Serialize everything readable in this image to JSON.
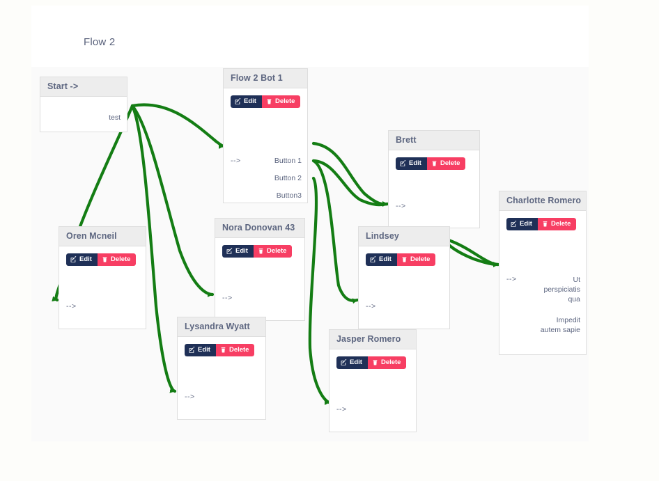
{
  "page": {
    "background": "#fdfdfa",
    "canvas_background": "#fafafa",
    "edge_color": "#147d14",
    "title": "Flow 2"
  },
  "buttons": {
    "edit_label": "Edit",
    "delete_label": "Delete",
    "edit_color": "#1f3057",
    "delete_color": "#f73e63",
    "edit_icon": "pencil-square-icon",
    "delete_icon": "trash-icon"
  },
  "nodes": {
    "start": {
      "title": "Start ->",
      "out_label": "test"
    },
    "bot1": {
      "title": "Flow 2 Bot 1",
      "in_label": "-->",
      "out_labels": [
        "Button 1",
        "Button 2",
        "Button3"
      ]
    },
    "oren": {
      "title": "Oren Mcneil",
      "in_label": "-->"
    },
    "nora": {
      "title": "Nora Donovan 43",
      "in_label": "-->"
    },
    "lysandra": {
      "title": "Lysandra Wyatt",
      "in_label": "-->"
    },
    "brett": {
      "title": "Brett",
      "in_label": "-->"
    },
    "lindsey": {
      "title": "Lindsey",
      "in_label": "-->"
    },
    "jasper": {
      "title": "Jasper Romero",
      "in_label": "-->"
    },
    "charlotte": {
      "title": "Charlotte Romero",
      "in_label": "-->",
      "out_labels": [
        "Ut perspiciatis qua",
        "Impedit autem sapie"
      ]
    }
  },
  "edges": [
    {
      "from": "start.test",
      "to": "oren.in"
    },
    {
      "from": "start.test",
      "to": "lysandra.in"
    },
    {
      "from": "start.test",
      "to": "nora.in"
    },
    {
      "from": "start.test",
      "to": "bot1.in"
    },
    {
      "from": "bot1.button1",
      "to": "brett.in"
    },
    {
      "from": "bot1.button2",
      "to": "brett.in"
    },
    {
      "from": "bot1.button2",
      "to": "lindsey.in"
    },
    {
      "from": "bot1.button3",
      "to": "jasper.in"
    },
    {
      "from": "brett.out",
      "to": "charlotte.in"
    },
    {
      "from": "lindsey.out",
      "to": "charlotte.in"
    }
  ]
}
